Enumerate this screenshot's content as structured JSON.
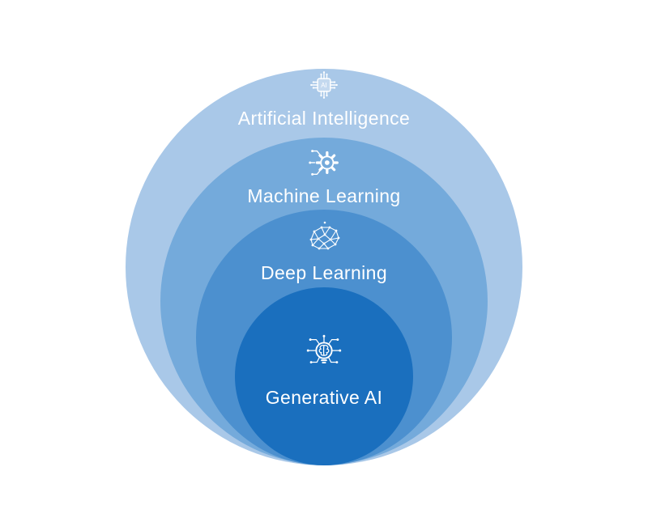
{
  "background_color": "#ffffff",
  "diagram": {
    "type": "nested-circles",
    "description": "Concentric Euler diagram of AI field hierarchy",
    "layers": [
      {
        "label": "Artificial Intelligence",
        "icon": "ai-chip-icon",
        "color": "#a9c8e8",
        "level": 1
      },
      {
        "label": "Machine Learning",
        "icon": "gear-circuit-icon",
        "color": "#74aadb",
        "level": 2
      },
      {
        "label": "Deep Learning",
        "icon": "brain-network-icon",
        "color": "#4c90cf",
        "level": 3
      },
      {
        "label": "Generative AI",
        "icon": "generative-ai-brain-icon",
        "color": "#1a6fbe",
        "level": 4
      }
    ],
    "chip_text": "AI"
  }
}
